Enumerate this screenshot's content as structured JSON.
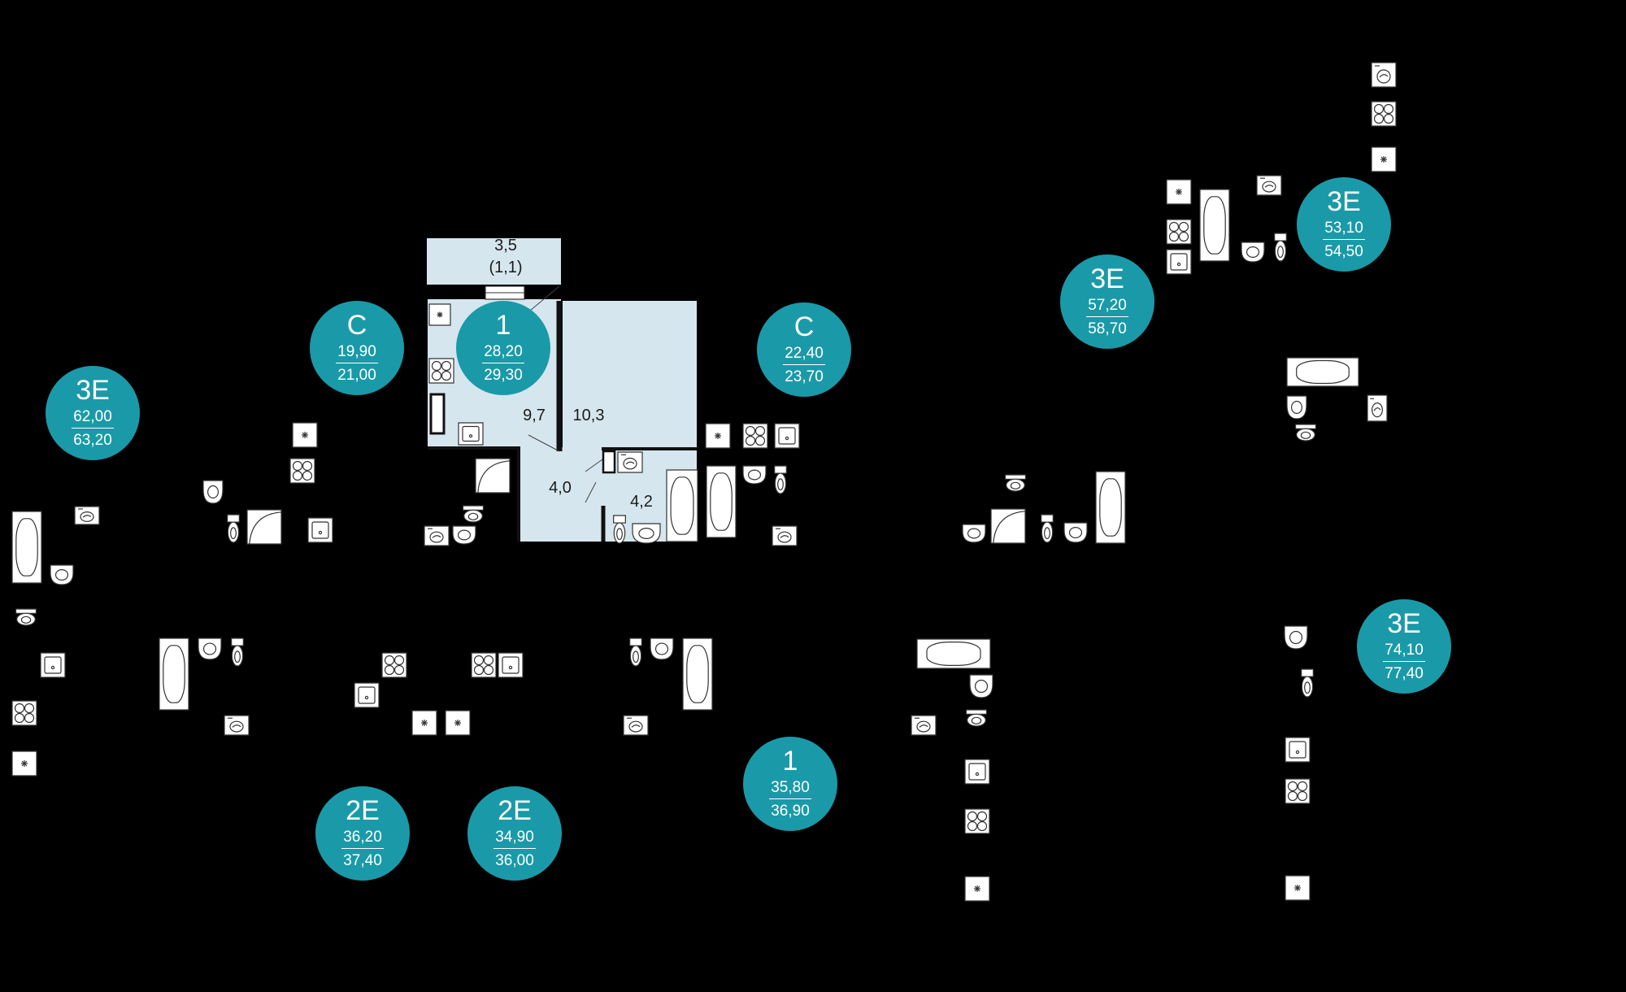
{
  "colors": {
    "background": "#000000",
    "badge": "#1a9aa8",
    "badge_text": "#ffffff",
    "room_fill": "#d6e6ee",
    "wall": "#111111",
    "fixture_fill": "#ffffff",
    "fixture_stroke": "#333333"
  },
  "badges": [
    {
      "type": "3Е",
      "area_living": "62,00",
      "area_total": "63,20"
    },
    {
      "type": "С",
      "area_living": "19,90",
      "area_total": "21,00"
    },
    {
      "type": "1",
      "area_living": "28,20",
      "area_total": "29,30"
    },
    {
      "type": "С",
      "area_living": "22,40",
      "area_total": "23,70"
    },
    {
      "type": "3Е",
      "area_living": "57,20",
      "area_total": "58,70"
    },
    {
      "type": "3Е",
      "area_living": "53,10",
      "area_total": "54,50"
    },
    {
      "type": "3Е",
      "area_living": "74,10",
      "area_total": "77,40"
    },
    {
      "type": "1",
      "area_living": "35,80",
      "area_total": "36,90"
    },
    {
      "type": "2Е",
      "area_living": "36,20",
      "area_total": "37,40"
    },
    {
      "type": "2Е",
      "area_living": "34,90",
      "area_total": "36,00"
    }
  ],
  "rooms": {
    "balcony": {
      "area": "3,5",
      "area_reduced": "(1,1)"
    },
    "kitchen": {
      "area": "9,7"
    },
    "living": {
      "area": "10,3"
    },
    "hall": {
      "area": "4,0"
    },
    "bathroom": {
      "area": "4,2"
    }
  }
}
